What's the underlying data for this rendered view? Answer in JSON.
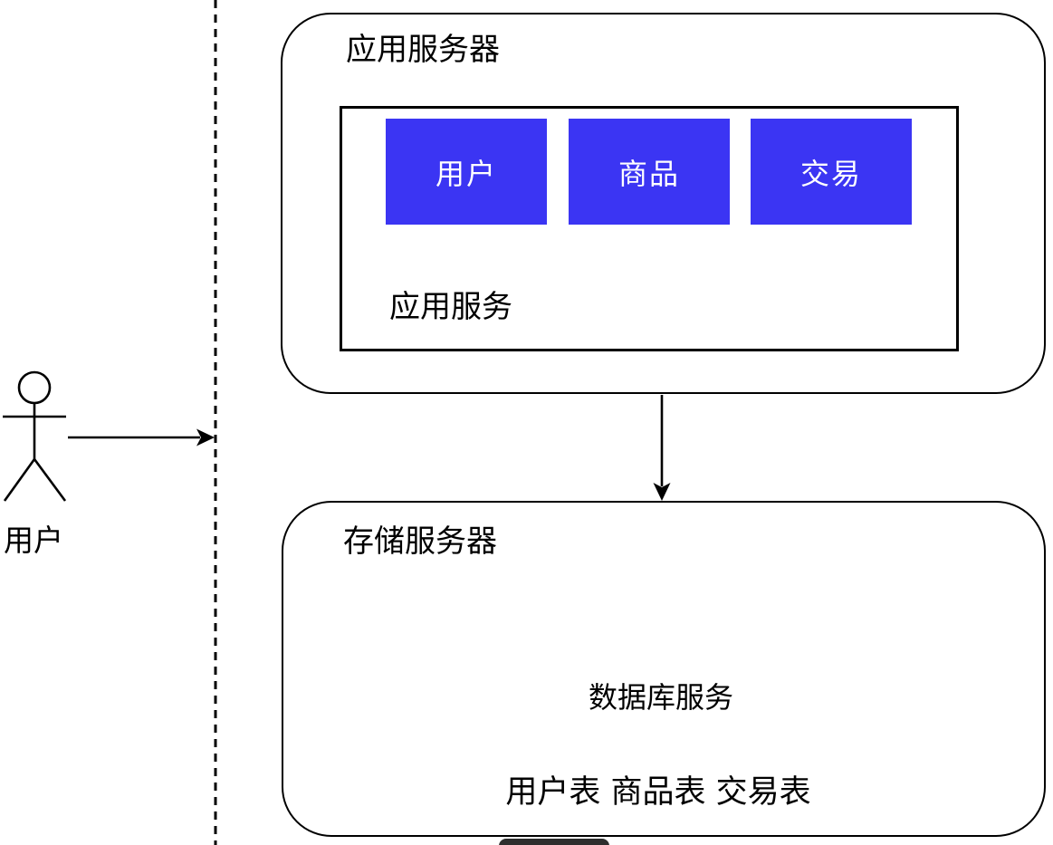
{
  "diagram": {
    "actor": {
      "label": "用户"
    },
    "app_server": {
      "title": "应用服务器",
      "service": {
        "title": "应用服务",
        "modules": [
          "用户",
          "商品",
          "交易"
        ]
      }
    },
    "storage_server": {
      "title": "存储服务器",
      "database": {
        "label": "数据库服务"
      },
      "tables_label": "用户表 商品表 交易表"
    },
    "colors": {
      "module_fill": "#3B35F3",
      "module_text": "#FFFFFF",
      "stroke": "#000000",
      "background": "#FFFFFF"
    }
  }
}
